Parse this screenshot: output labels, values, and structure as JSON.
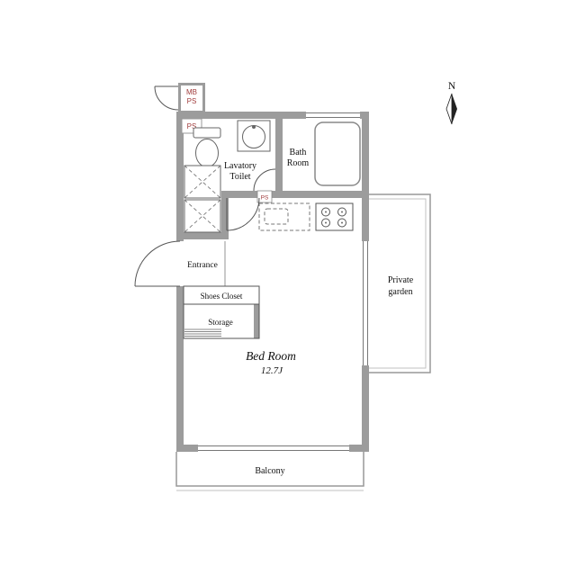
{
  "compass": {
    "north": "N"
  },
  "plan": {
    "mb": "MB",
    "ps_meter": "PS",
    "ps_shaft": "PS",
    "ps_kitchen": "PS",
    "lavatory_line1": "Lavatory",
    "lavatory_line2": "Toilet",
    "bath_line1": "Bath",
    "bath_line2": "Room",
    "entrance": "Entrance",
    "shoes_closet": "Shoes Closet",
    "storage": "Storage",
    "bedroom_name": "Bed Room",
    "bedroom_size": "12.7J",
    "garden_line1": "Private",
    "garden_line2": "garden",
    "balcony": "Balcony"
  },
  "colors": {
    "wall": "#9c9c9c",
    "fixture_line": "#666666",
    "text": "#111111",
    "duct_label": "#a03c3c",
    "background": "#ffffff"
  }
}
